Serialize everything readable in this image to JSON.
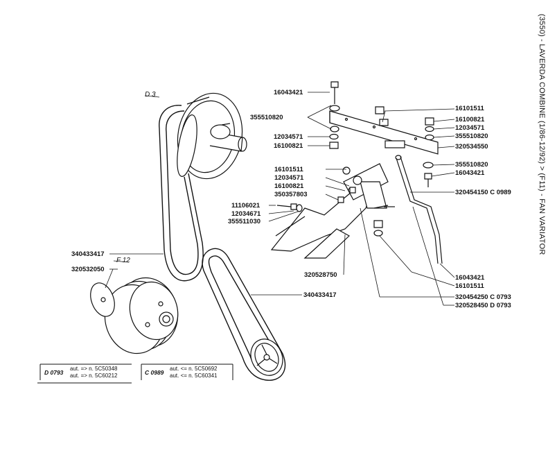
{
  "title": "(3550) - LAVERDA COMBINE (1/86-12/92) > (F11) - FAN VARIATOR",
  "assembly_labels": {
    "d3": "D 3",
    "f12": "F 12"
  },
  "parts": {
    "p1": "16043421",
    "p2": "355510820",
    "p3": "12034571",
    "p4": "16100821",
    "p5": "16101511",
    "p6": "16100821",
    "p7": "12034571",
    "p8": "355510820",
    "p9": "320534550",
    "p10": "355510820",
    "p11": "16043421",
    "p12": "320454150 C 0989",
    "p13": "16101511",
    "p14": "12034571",
    "p15": "16100821",
    "p16": "350357803",
    "p17": "11106021",
    "p18": "12034671",
    "p19": "355511030",
    "p20": "340433417",
    "p21": "320532050",
    "p22": "320528750",
    "p23": "340433417",
    "p24": "16043421",
    "p25": "16101511",
    "p26": "320454250 C 0793",
    "p27": "320528450 D 0793"
  },
  "notes": {
    "d": {
      "code": "D 0793",
      "line1": "aut. => n. 5C50348",
      "line2": "aut. => n. 5C60212"
    },
    "c": {
      "code": "C 0989",
      "line1": "aut. <= n. 5C50692",
      "line2": "aut. <= n. 5C60341"
    }
  }
}
